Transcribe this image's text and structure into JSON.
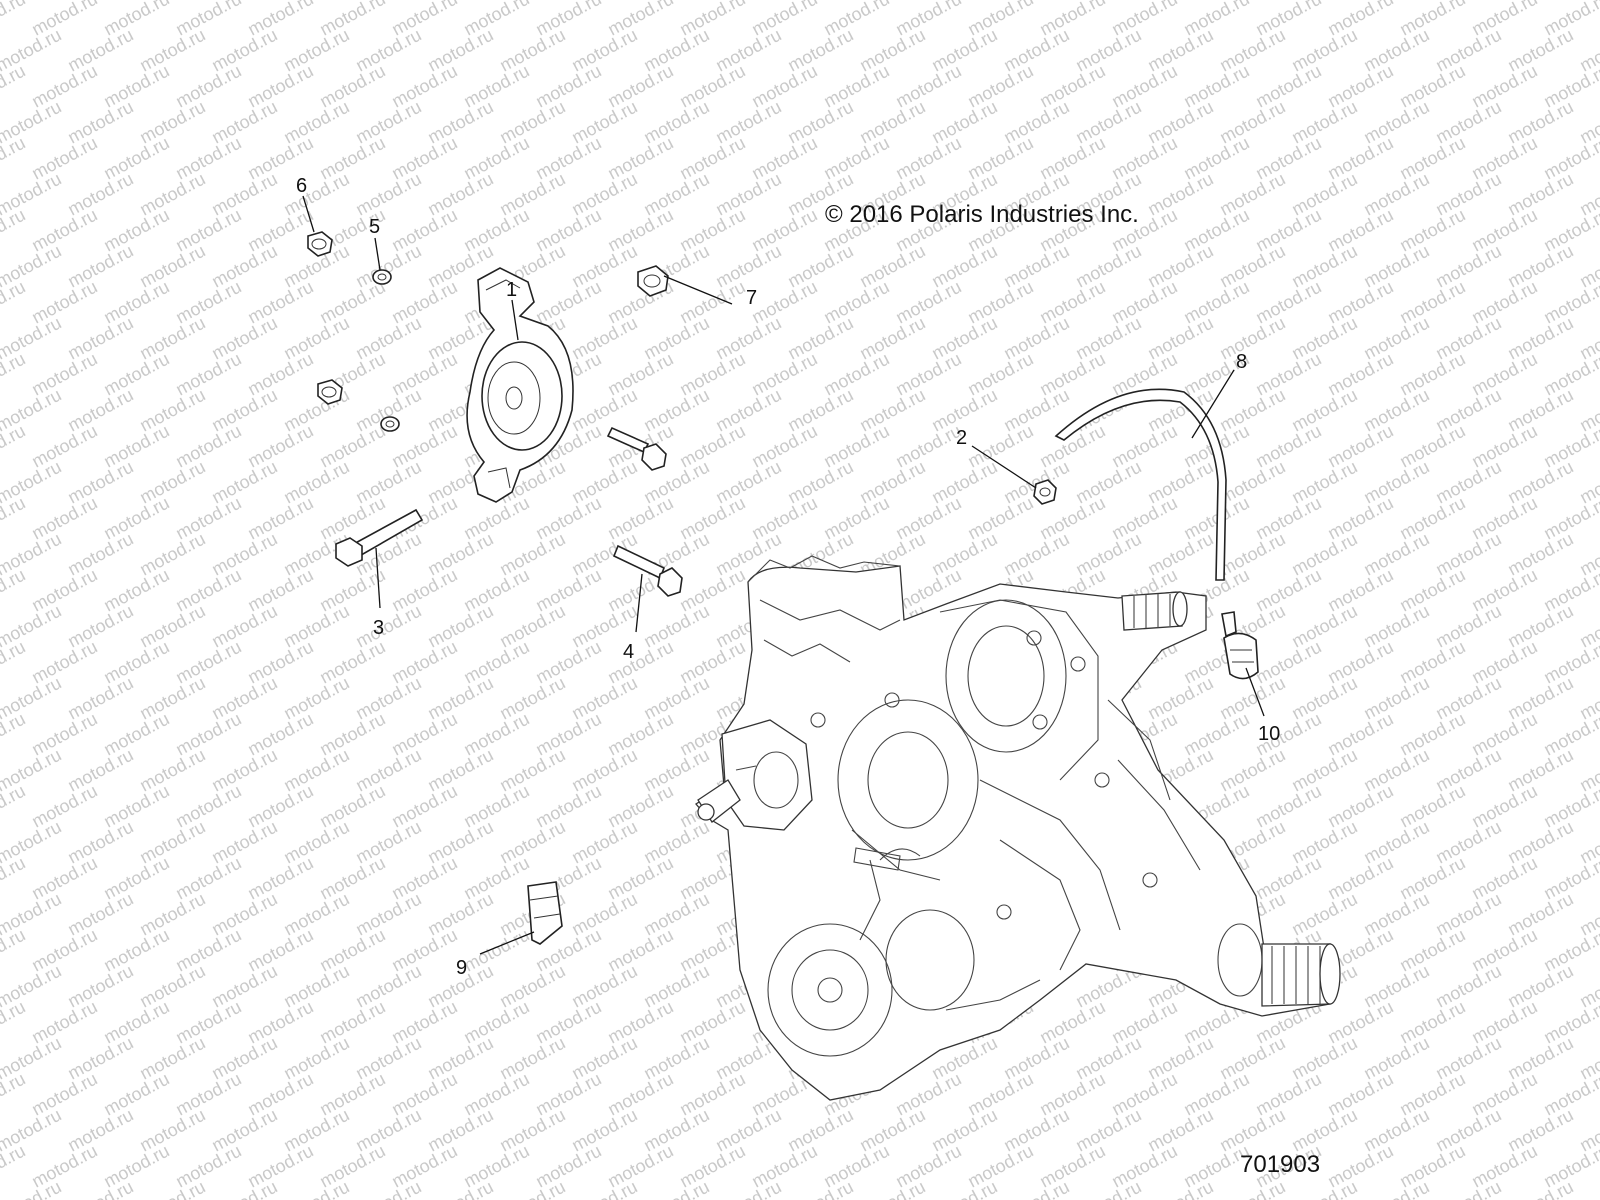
{
  "watermark": {
    "text": "motod.ru"
  },
  "copyright": "© 2016 Polaris Industries Inc.",
  "figure_number": "701903",
  "callouts": [
    {
      "id": "1",
      "label": "1"
    },
    {
      "id": "2",
      "label": "2"
    },
    {
      "id": "3",
      "label": "3"
    },
    {
      "id": "4",
      "label": "4"
    },
    {
      "id": "5",
      "label": "5"
    },
    {
      "id": "6",
      "label": "6"
    },
    {
      "id": "7",
      "label": "7"
    },
    {
      "id": "8",
      "label": "8"
    },
    {
      "id": "9",
      "label": "9"
    },
    {
      "id": "10",
      "label": "10"
    }
  ],
  "colors": {
    "background": "#ffffff",
    "line": "#111111",
    "watermark": "#c9c9c9"
  }
}
